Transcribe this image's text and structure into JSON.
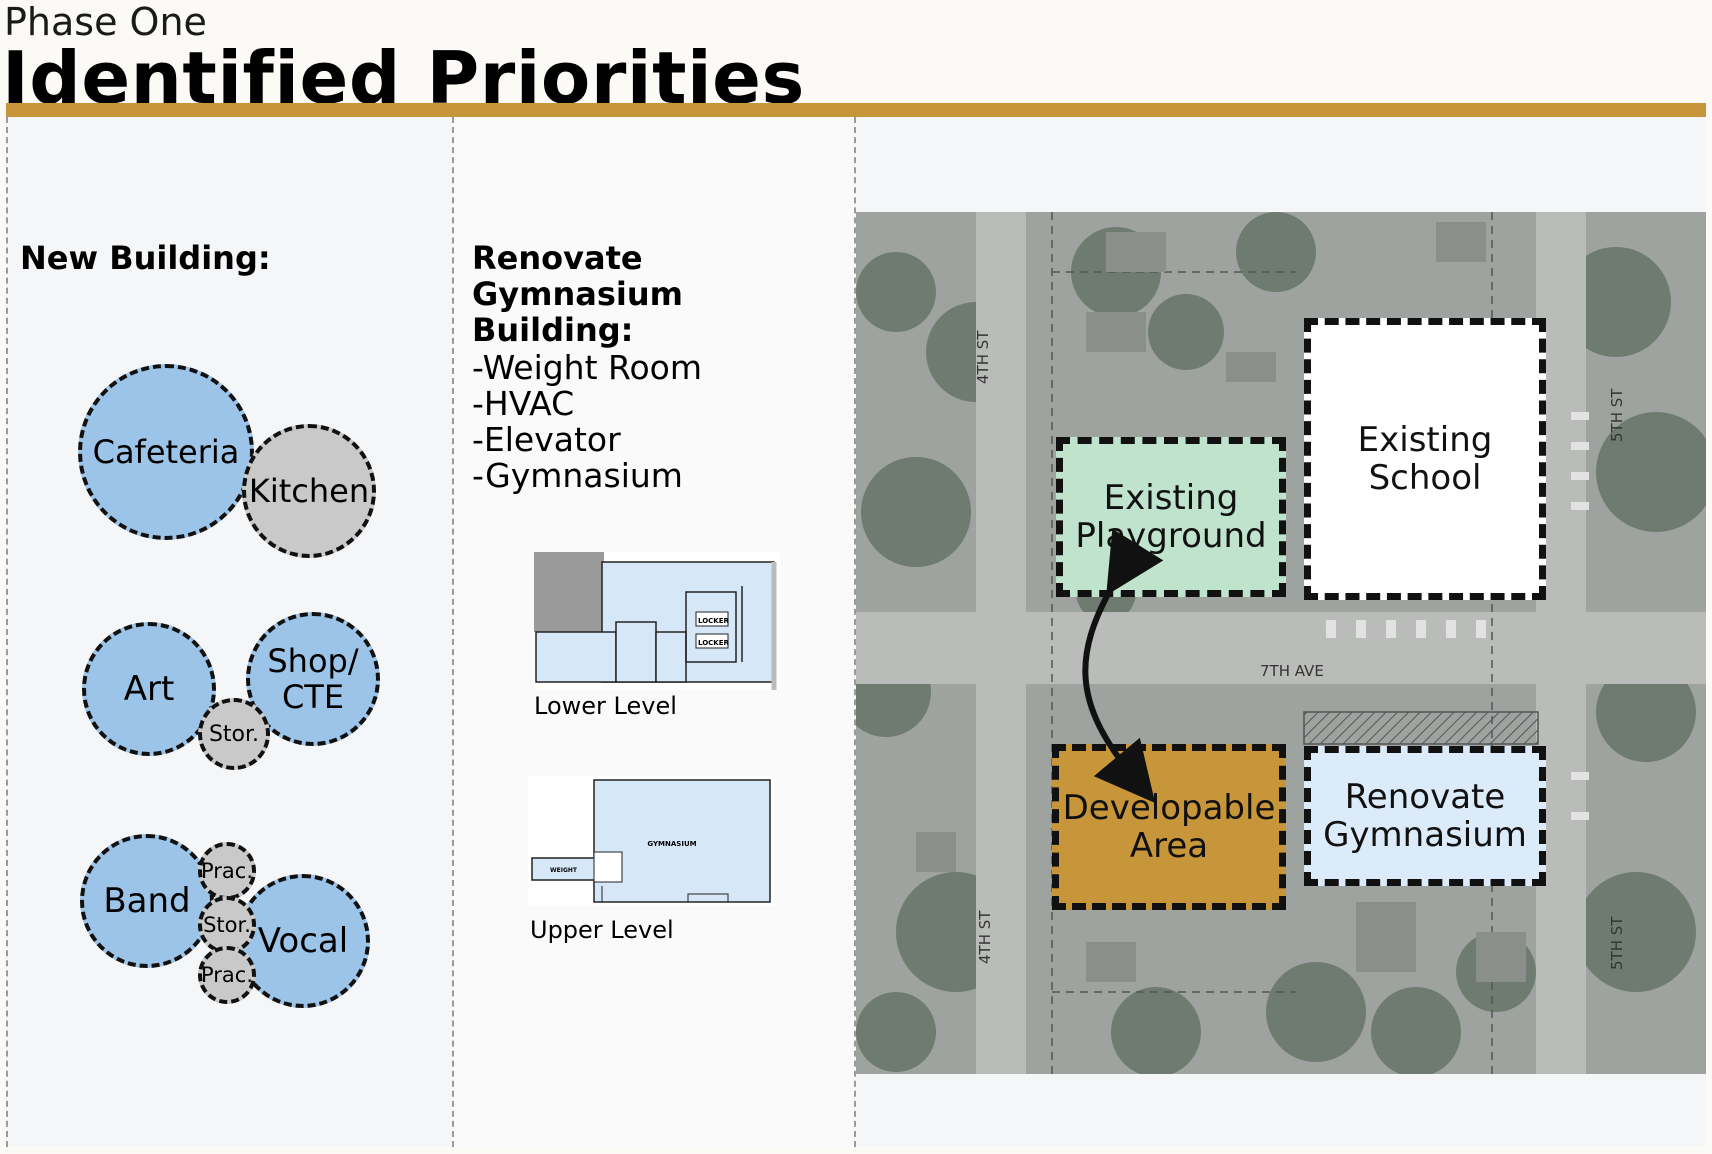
{
  "header": {
    "subtitle": "Phase One",
    "title": "Identified Priorities"
  },
  "colors": {
    "accent": "#c8963a",
    "bubble_blue": "#9cc3e8",
    "bubble_gray": "#c9c9c9",
    "playground": "#bfe3cc",
    "school": "#ffffff",
    "developable": "#c8963a",
    "gymnasium": "#dcebfa"
  },
  "new_building": {
    "heading": "New Building:",
    "bubbles": {
      "cafeteria": "Cafeteria",
      "kitchen": "Kitchen",
      "art": "Art",
      "shop": "Shop/ CTE",
      "stor1": "Stor.",
      "band": "Band",
      "prac1": "Prac.",
      "stor2": "Stor.",
      "prac2": "Prac.",
      "vocal": "Vocal"
    }
  },
  "renovate": {
    "heading": "Renovate Gymnasium Building:",
    "items": [
      "-Weight Room",
      "-HVAC",
      "-Elevator",
      "-Gymnasium"
    ],
    "lower_plan": {
      "label": "Lower Level",
      "room1": "LOCKER",
      "room2": "LOCKER"
    },
    "upper_plan": {
      "label": "Upper Level",
      "room1": "GYMNASIUM",
      "room2": "WEIGHT"
    }
  },
  "site_map": {
    "zones": {
      "playground": "Existing Playground",
      "school": "Existing School",
      "developable": "Developable Area",
      "gymnasium": "Renovate Gymnasium"
    },
    "streets": {
      "ave": "7TH AVE",
      "st4_top": "4TH ST",
      "st4_bottom": "4TH ST",
      "st5_top": "5TH ST",
      "st5_bottom": "5TH ST"
    }
  }
}
